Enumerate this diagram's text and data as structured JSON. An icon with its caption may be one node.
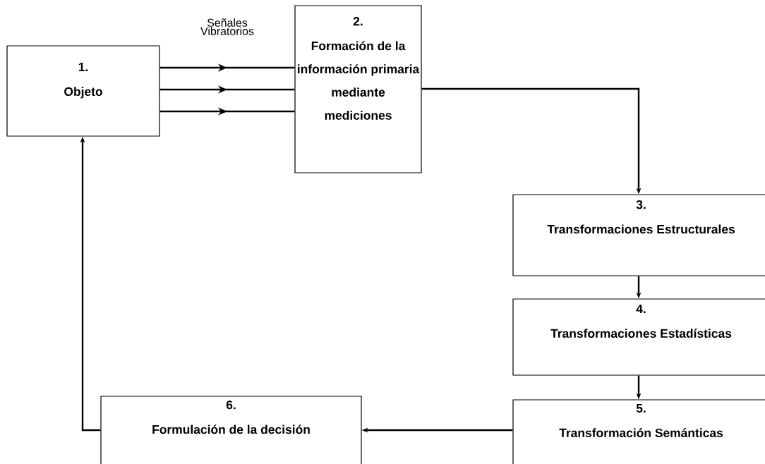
{
  "diagram": {
    "nodes": [
      {
        "text": [
          "1.",
          "Objeto"
        ]
      },
      {
        "text": [
          "2.",
          "Formación de la información primaria mediante mediciones"
        ]
      },
      {
        "text": [
          "3.",
          "Transformaciones Estructurales"
        ]
      },
      {
        "text": [
          "4.",
          "Transformaciones Estadísticas"
        ]
      },
      {
        "text": [
          "5.",
          "Transformación Semánticas"
        ]
      },
      {
        "text": [
          "6.",
          "Formulación de la decisión"
        ]
      }
    ],
    "edges": [
      {
        "from": 0,
        "to": 1,
        "arrow": "to"
      },
      {
        "from": 0,
        "to": 1,
        "arrow": "to"
      },
      {
        "from": 0,
        "to": 1,
        "arrow": "to"
      },
      {
        "from": 1,
        "to": 2,
        "arrow": "to"
      },
      {
        "from": 2,
        "to": 3,
        "arrow": "to"
      },
      {
        "from": 3,
        "to": 4,
        "arrow": "to"
      },
      {
        "from": 4,
        "to": 5,
        "arrow": "to"
      },
      {
        "from": 5,
        "to": 0,
        "arrow": "to"
      }
    ],
    "labels": [
      "Señales Vibratorios"
    ]
  }
}
